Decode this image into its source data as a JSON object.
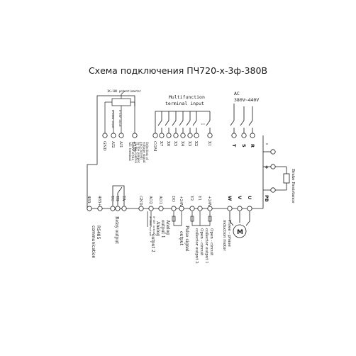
{
  "title": "Схема подключения ПЧ720-х-3ф-380В",
  "potentiometer_label": "1K~10K potentiometer",
  "pot_wire_labels": [
    "0~10V input",
    "4~20mA input"
  ],
  "multifunction_label": [
    "Multifunction",
    "terminal  input"
  ],
  "ac_label": [
    "AC",
    "380V~440V"
  ],
  "top_terminals": [
    {
      "id": "t-gnd-top",
      "label": "GND"
    },
    {
      "id": "t-ai2",
      "label": "AI2"
    },
    {
      "id": "t-ai1",
      "label": "AI1"
    },
    {
      "id": "t-10v",
      "label": "+10V"
    },
    {
      "id": "t-com",
      "label": "COM"
    },
    {
      "id": "t-x7",
      "label": "X7"
    },
    {
      "id": "t-x6",
      "label": "X6"
    },
    {
      "id": "t-x5",
      "label": "X5"
    },
    {
      "id": "t-x4",
      "label": "X4"
    },
    {
      "id": "t-x3",
      "label": "X3"
    },
    {
      "id": "t-x2",
      "label": "X2"
    },
    {
      "id": "t-x1",
      "label": "X1"
    }
  ],
  "power_terminals": [
    {
      "id": "t-t",
      "label": "T"
    },
    {
      "id": "t-s",
      "label": "S"
    },
    {
      "id": "t-r",
      "label": "R"
    }
  ],
  "selection_note": [
    "Selection of",
    "voltage signal",
    "and current",
    "by the jumper",
    "on the control",
    "board of the",
    "AI1 terminal"
  ],
  "dc_terminals": [
    {
      "id": "t-plus",
      "label": "+"
    },
    {
      "id": "t-pb",
      "label": "PB"
    }
  ],
  "dc_minus": "-",
  "brake_label": "Brake Resistance",
  "bottom_terminals": [
    {
      "id": "t-485m",
      "label": "485-"
    },
    {
      "id": "t-485p",
      "label": "485+"
    },
    {
      "id": "t-tc",
      "label": "TC"
    },
    {
      "id": "t-tb",
      "label": "TB"
    },
    {
      "id": "t-ta",
      "label": "TA"
    },
    {
      "id": "t-gnd-bot",
      "label": "GND"
    },
    {
      "id": "t-ao2",
      "label": "AO2"
    },
    {
      "id": "t-ao1",
      "label": "AO1"
    },
    {
      "id": "t-do",
      "label": "DO"
    },
    {
      "id": "t-24v-a",
      "label": "+24V"
    },
    {
      "id": "t-y2",
      "label": "Y2"
    },
    {
      "id": "t-y1",
      "label": "Y1"
    },
    {
      "id": "t-24v-b",
      "label": "+24V"
    },
    {
      "id": "t-w",
      "label": "W"
    },
    {
      "id": "t-v",
      "label": "V"
    },
    {
      "id": "t-u",
      "label": "U"
    }
  ],
  "ao_wire_labels": [
    "0~10V output",
    "4~20mA output"
  ],
  "rs485_label": [
    "RS485",
    "communication"
  ],
  "relay_label": "Relay output",
  "analog_labels": [
    "Analog",
    "output 1",
    "Analog",
    "output 2"
  ],
  "pulse_label": [
    "Pulse signal",
    "output"
  ],
  "open_collector_label": [
    "Open - circuit",
    "collector output 1",
    "Open - circuit",
    "collector output 2"
  ],
  "motor_letter": "M",
  "motor_label": [
    "Three - phase",
    "induction motor"
  ],
  "colors": {
    "line": "#1a1a1a",
    "background": "#ffffff"
  }
}
